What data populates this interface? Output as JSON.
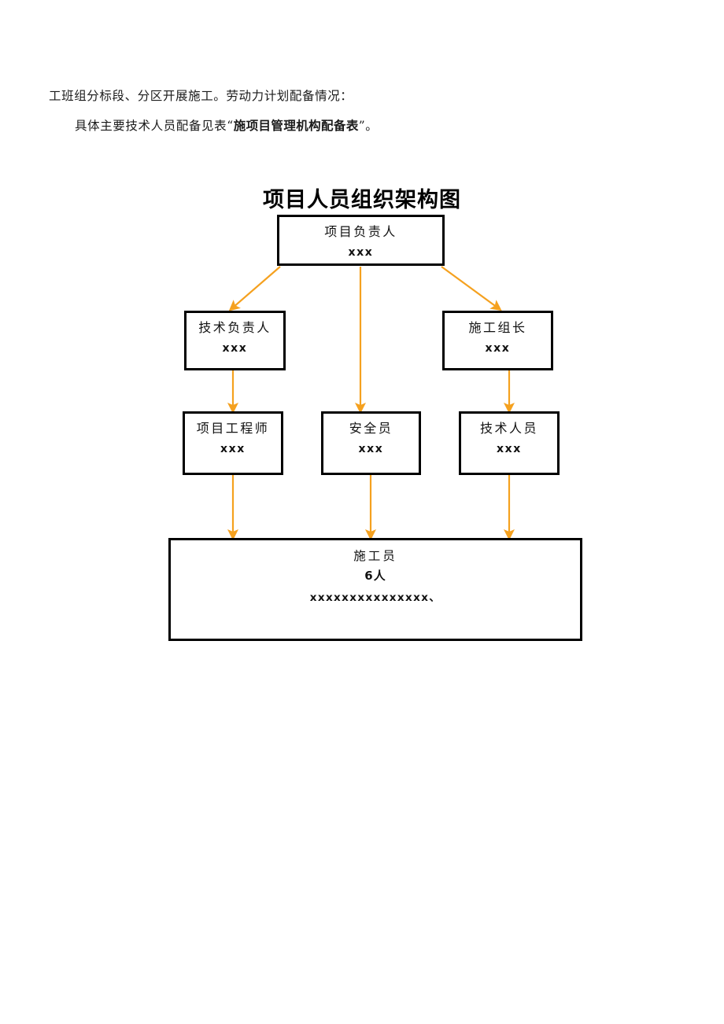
{
  "document": {
    "paragraphs": [
      {
        "id": "p1",
        "text": "工班组分标段、分区开展施工。劳动力计划配备情况："
      },
      {
        "id": "p2",
        "prefix": "具体主要技术人员配备见表“",
        "emphasis": "施项目管理机构配备表",
        "suffix": "”。"
      }
    ]
  },
  "chart": {
    "title": "项目人员组织架构图",
    "accent_color": "#F5A11F",
    "border_color": "#000000",
    "background_color": "#FFFFFF",
    "nodes": {
      "director": {
        "role": "项目负责人",
        "name": "xxx"
      },
      "tech_lead": {
        "role": "技术负责人",
        "name": "xxx"
      },
      "crew_lead": {
        "role": "施工组长",
        "name": "xxx"
      },
      "proj_eng": {
        "role": "项目工程师",
        "name": "xxx"
      },
      "safety": {
        "role": "安全员",
        "name": "xxx"
      },
      "tech_staff": {
        "role": "技术人员",
        "name": "xxx"
      },
      "workers": {
        "role": "施工员",
        "count": "6人",
        "names": "xxxxxxxxxxxxxxx、"
      }
    }
  }
}
